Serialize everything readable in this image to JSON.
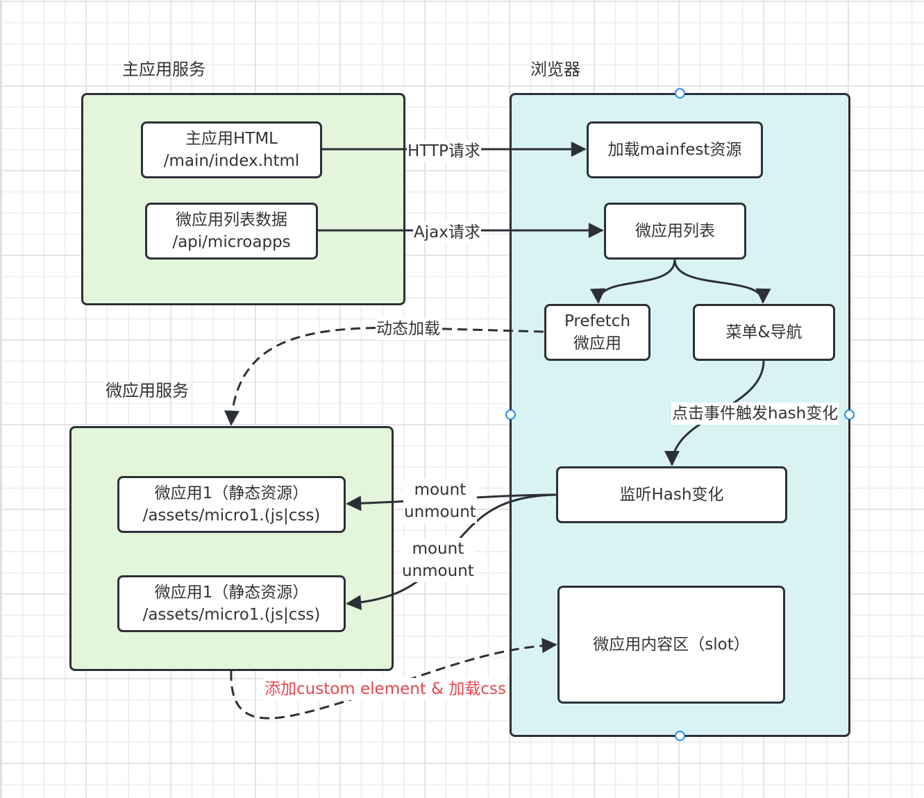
{
  "groups": {
    "main_service": {
      "title": "主应用服务"
    },
    "browser": {
      "title": "浏览器"
    },
    "micro_service": {
      "title": "微应用服务"
    }
  },
  "nodes": {
    "main_html": {
      "line1": "主应用HTML",
      "line2": "/main/index.html"
    },
    "micro_list_data": {
      "line1": "微应用列表数据",
      "line2": "/api/microapps"
    },
    "load_manifest": {
      "label": "加载mainfest资源"
    },
    "micro_list": {
      "label": "微应用列表"
    },
    "prefetch": {
      "line1": "Prefetch",
      "line2": "微应用"
    },
    "menu_nav": {
      "label": "菜单&导航"
    },
    "listen_hash": {
      "label": "监听Hash变化"
    },
    "content_slot": {
      "label": "微应用内容区（slot）"
    },
    "micro1_a": {
      "line1": "微应用1（静态资源）",
      "line2": "/assets/micro1.(js|css)"
    },
    "micro1_b": {
      "line1": "微应用1（静态资源）",
      "line2": "/assets/micro1.(js|css)"
    }
  },
  "edges": {
    "http": {
      "label": "HTTP请求"
    },
    "ajax": {
      "label": "Ajax请求"
    },
    "dynamic_load": {
      "label": "动态加载"
    },
    "click_hash": {
      "label": "点击事件触发hash变化"
    },
    "mount_a": {
      "line1": "mount",
      "line2": "unmount"
    },
    "mount_b": {
      "line1": "mount",
      "line2": "unmount"
    },
    "custom_element": {
      "label": "添加custom element & 加载css"
    }
  },
  "colors": {
    "main_fill": "#e3f5db",
    "browser_fill": "#d9f3f3",
    "stroke": "#2b3036",
    "highlight_label": "#e6474b",
    "selection_handle": "#1e88e5"
  }
}
